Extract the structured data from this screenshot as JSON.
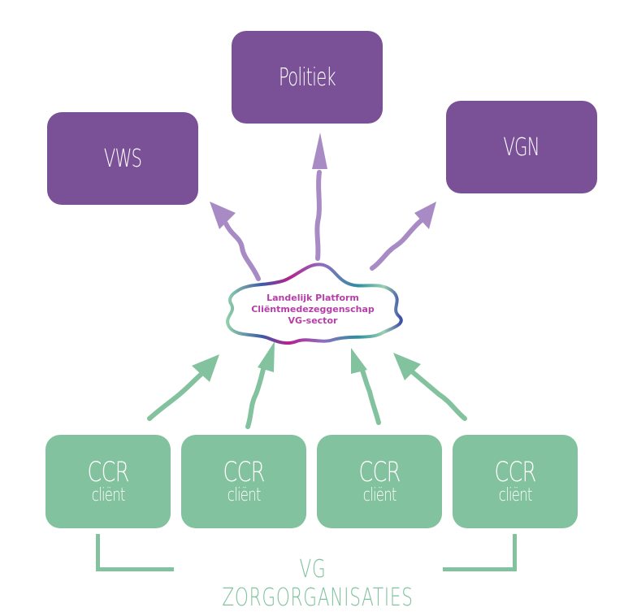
{
  "colors": {
    "purple_box": "#7a5196",
    "purple_arrow": "#a88bc4",
    "green_box": "#82c29e",
    "green_arrow": "#82c29e",
    "cloud_text": "#b43fa6"
  },
  "top_nodes": [
    {
      "id": "vws",
      "label": "VWS"
    },
    {
      "id": "politiek",
      "label": "Politiek"
    },
    {
      "id": "vgn",
      "label": "VGN"
    }
  ],
  "center_node": {
    "lines": [
      "Landelijk Platform",
      "Cliëntmedezeggenschap",
      "VG-sector"
    ]
  },
  "bottom_nodes": [
    {
      "title": "CCR",
      "subtitle": "cliënt"
    },
    {
      "title": "CCR",
      "subtitle": "cliënt"
    },
    {
      "title": "CCR",
      "subtitle": "cliënt"
    },
    {
      "title": "CCR",
      "subtitle": "cliënt"
    }
  ],
  "group_label": "VG ZORGORGANISATIES",
  "edges": [
    {
      "from": "center",
      "to": "vws"
    },
    {
      "from": "center",
      "to": "politiek"
    },
    {
      "from": "center",
      "to": "vgn"
    },
    {
      "from": "ccr-1",
      "to": "center"
    },
    {
      "from": "ccr-2",
      "to": "center"
    },
    {
      "from": "ccr-3",
      "to": "center"
    },
    {
      "from": "ccr-4",
      "to": "center"
    }
  ]
}
